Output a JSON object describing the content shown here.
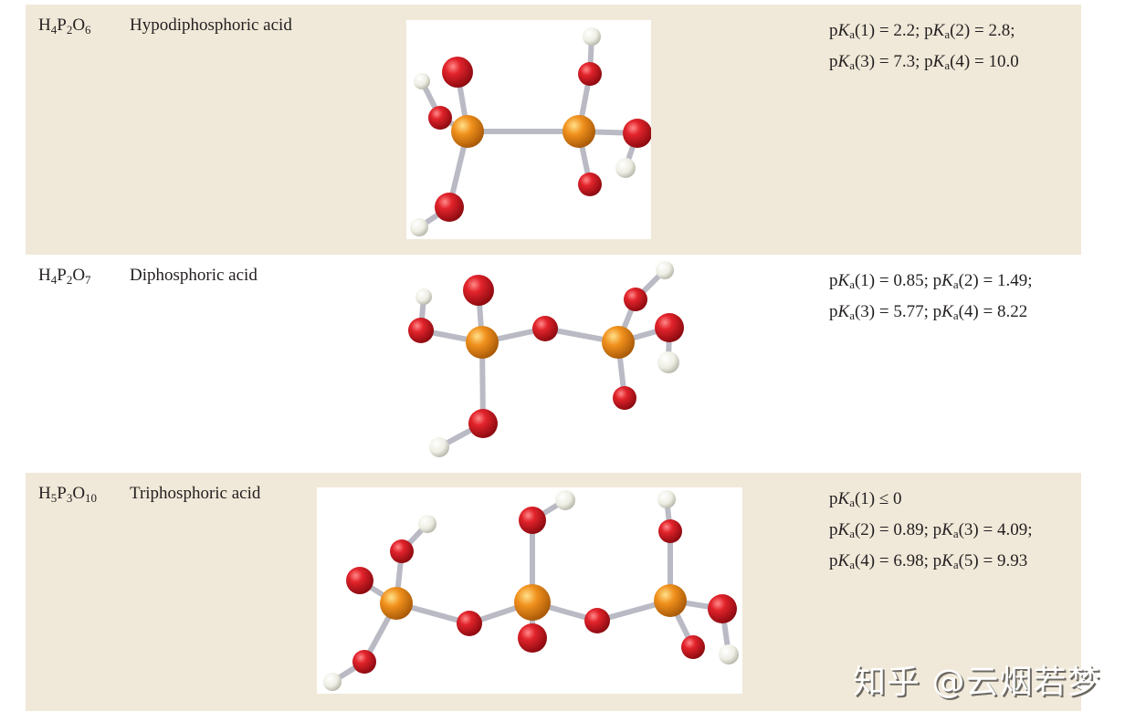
{
  "colors": {
    "band_background": "#f0e9d9",
    "oxygen": "#d8151f",
    "phosphorus": "#e88a1a",
    "hydrogen": "#f2f2ea",
    "bond": "#b9bac4"
  },
  "rows": [
    {
      "formula": {
        "parts": [
          [
            "H",
            "4"
          ],
          [
            "P",
            "2"
          ],
          [
            "O",
            "6"
          ]
        ]
      },
      "formula_text": "H4P2O6",
      "name": "Hypodiphosphoric acid",
      "pka_lines": [
        "pKa(1) = 2.2; pKa(2) = 2.8;",
        "pKa(3) = 7.3; pKa(4) = 10.0"
      ],
      "pka": [
        {
          "i": "1",
          "v": "= 2.2;"
        },
        {
          "i": "2",
          "v": "= 2.8;"
        },
        {
          "i": "3",
          "v": "= 7.3;"
        },
        {
          "i": "4",
          "v": "= 10.0"
        }
      ],
      "molecule": "hypodiphosphoric-acid-ball-and-stick"
    },
    {
      "formula": {
        "parts": [
          [
            "H",
            "4"
          ],
          [
            "P",
            "2"
          ],
          [
            "O",
            "7"
          ]
        ]
      },
      "formula_text": "H4P2O7",
      "name": "Diphosphoric acid",
      "pka": [
        {
          "i": "1",
          "v": "= 0.85;"
        },
        {
          "i": "2",
          "v": "= 1.49;"
        },
        {
          "i": "3",
          "v": "= 5.77;"
        },
        {
          "i": "4",
          "v": "= 8.22"
        }
      ],
      "molecule": "diphosphoric-acid-ball-and-stick"
    },
    {
      "formula": {
        "parts": [
          [
            "H",
            "5"
          ],
          [
            "P",
            "3"
          ],
          [
            "O",
            "10"
          ]
        ]
      },
      "formula_text": "H5P3O10",
      "name": "Triphosphoric acid",
      "pka": [
        {
          "i": "1",
          "v": "≤ 0"
        },
        {
          "i": "2",
          "v": "= 0.89;"
        },
        {
          "i": "3",
          "v": "= 4.09;"
        },
        {
          "i": "4",
          "v": "= 6.98;"
        },
        {
          "i": "5",
          "v": "= 9.93"
        }
      ],
      "molecule": "triphosphoric-acid-ball-and-stick"
    }
  ],
  "watermark": "知乎 @云烟若梦"
}
